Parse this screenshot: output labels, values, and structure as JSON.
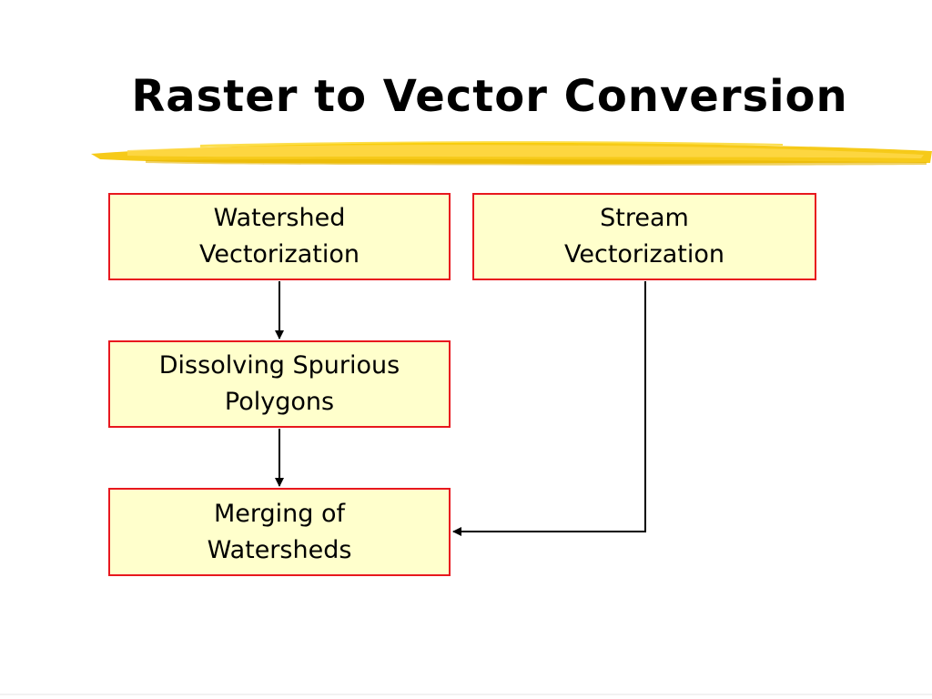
{
  "slide": {
    "title": "Raster to Vector Conversion",
    "accent_color": "#f5c400",
    "box_fill": "#ffffcc",
    "box_border": "#e8181e"
  },
  "flow": {
    "nodes": [
      {
        "id": "watershed_vectorization",
        "label": "Watershed\nVectorization"
      },
      {
        "id": "stream_vectorization",
        "label": "Stream\nVectorization"
      },
      {
        "id": "dissolving_spurious_polygons",
        "label": "Dissolving Spurious\nPolygons"
      },
      {
        "id": "merging_of_watersheds",
        "label": "Merging of\nWatersheds"
      }
    ],
    "edges": [
      {
        "from": "watershed_vectorization",
        "to": "dissolving_spurious_polygons"
      },
      {
        "from": "dissolving_spurious_polygons",
        "to": "merging_of_watersheds"
      },
      {
        "from": "stream_vectorization",
        "to": "merging_of_watersheds"
      }
    ]
  }
}
